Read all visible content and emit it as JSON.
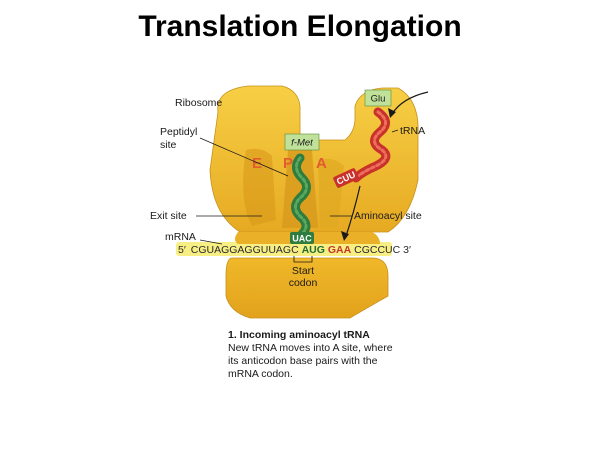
{
  "title": "Translation Elongation",
  "labels": {
    "ribosome": "Ribosome",
    "peptidyl_site_line1": "Peptidyl",
    "peptidyl_site_line2": "site",
    "exit_site": "Exit site",
    "mrna": "mRNA",
    "trna": "tRNA",
    "aminoacyl_site": "Aminoacyl site",
    "start_codon_line1": "Start",
    "start_codon_line2": "codon"
  },
  "site_letters": {
    "e": "E",
    "p": "P",
    "a": "A"
  },
  "amino_acids": {
    "p_site": "f-Met",
    "incoming": "Glu"
  },
  "anticodons": {
    "p_site": "UAC",
    "a_site": "CUU"
  },
  "mrna_sequence": {
    "five_prime": "5′",
    "three_prime": "3′",
    "segments": [
      {
        "text": "CGUAGGAGGUUAGC",
        "color": "#2b2b2b"
      },
      {
        "text": "AUG",
        "color": "#1f6f3a"
      },
      {
        "text": "GAA",
        "color": "#c2362b"
      },
      {
        "text": "CGCCUC",
        "color": "#2b2b2b"
      }
    ]
  },
  "caption": {
    "heading": "1. Incoming aminoacyl tRNA",
    "lines": [
      "New tRNA moves into A site, where",
      "its anticodon base pairs with the",
      "mRNA codon."
    ]
  },
  "colors": {
    "ribosome": "#f2be2c",
    "ribosome_shade": "#d99a1a",
    "mrna_band": "#f7ee84",
    "trna_p": "#2e7d3e",
    "trna_a": "#c8322a",
    "amino_acid_tag": "#bfe19a"
  }
}
